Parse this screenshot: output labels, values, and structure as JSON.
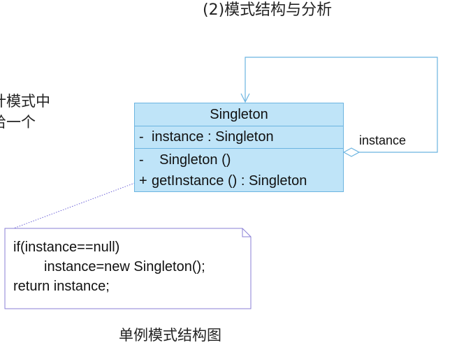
{
  "heading": "(2)模式结构与分析",
  "side_text": [
    "计模式中",
    "给一个"
  ],
  "caption": "单例模式结构图",
  "uml_class": {
    "name": "Singleton",
    "attributes": [
      {
        "visibility": "-",
        "text": "instance : Singleton"
      }
    ],
    "operations": [
      {
        "visibility": "-",
        "text": "Singleton ()"
      },
      {
        "visibility": "+",
        "text": "getInstance () : Singleton"
      }
    ]
  },
  "association_label": "instance",
  "note": {
    "lines": [
      "if(instance==null)",
      "instance=new Singleton();",
      "return instance;"
    ]
  },
  "colors": {
    "class_fill": "#bfe4f8",
    "class_border": "#6bb4e0",
    "note_border": "#8a7fd6",
    "connector": "#6bb4e0"
  }
}
